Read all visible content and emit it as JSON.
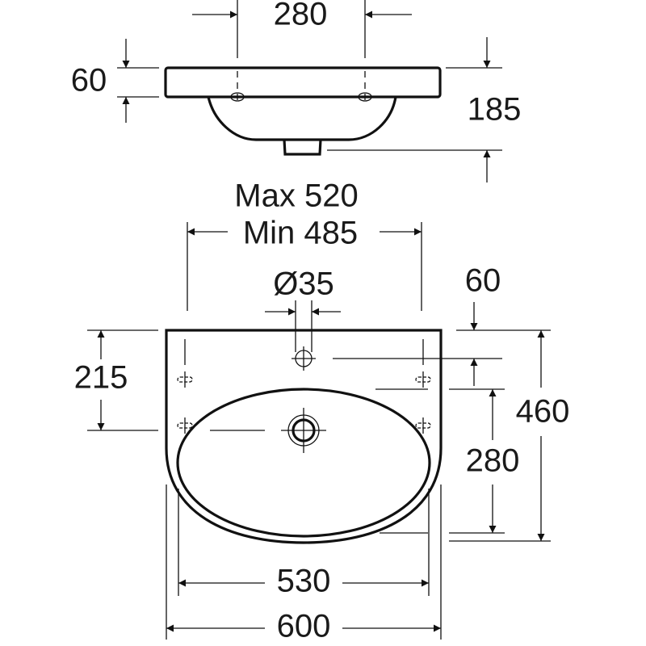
{
  "top_view": {
    "hole_spacing": "280",
    "rim_height": "60",
    "total_height": "185"
  },
  "front_view": {
    "bracket_max": "Max 520",
    "bracket_min": "Min 485",
    "tap_hole_diameter": "Ø35",
    "tap_hole_offset": "60",
    "bracket_height": "215",
    "depth_to_drain": "280",
    "depth": "460",
    "inner_width": "530",
    "width": "600"
  }
}
